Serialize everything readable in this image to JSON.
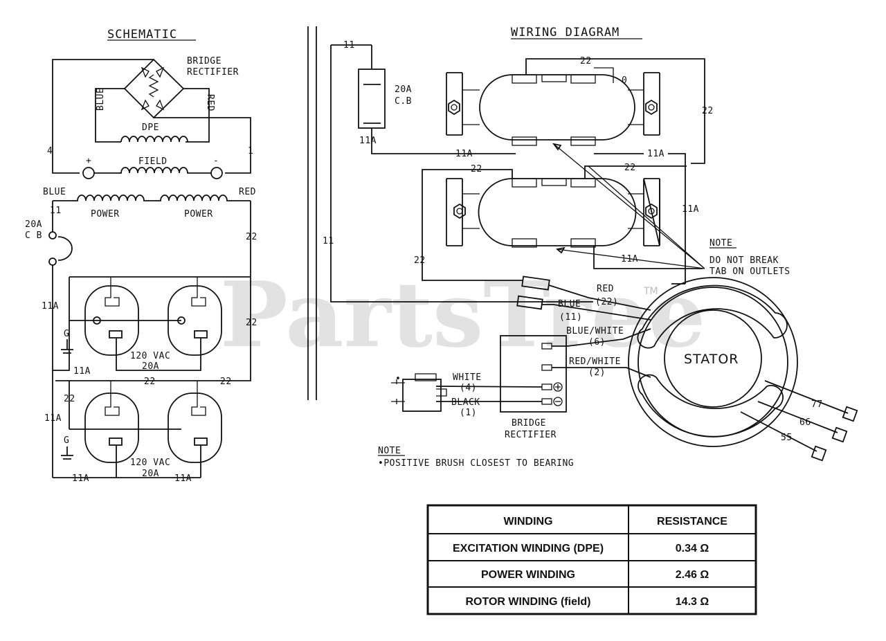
{
  "titles": {
    "schematic": "SCHEMATIC",
    "wiring": "WIRING DIAGRAM"
  },
  "watermark": {
    "text": "PartsTree",
    "tm": "TM"
  },
  "schematic": {
    "bridge": "BRIDGE",
    "rectifier": "RECTIFIER",
    "blue_v": "BLUE",
    "red_v": "RED",
    "dpe": "DPE",
    "field": "FIELD",
    "plus": "+",
    "minus": "-",
    "n4": "4",
    "n1": "1",
    "blue": "BLUE",
    "red": "RED",
    "power1": "POWER",
    "power2": "POWER",
    "n11": "11",
    "cb_a": "20A",
    "cb_b": "C B",
    "n22a": "22",
    "n22b": "22",
    "n11a_1": "11A",
    "gnd1": "G",
    "vac1": "120 VAC",
    "amp1": "20A",
    "n11a_2": "11A",
    "n22c": "22",
    "n22d": "22",
    "n22e": "22",
    "n11a_3": "11A",
    "gnd2": "G",
    "vac2": "120 VAC",
    "amp2": "20A",
    "n11a_4": "11A",
    "n11a_5": "11A"
  },
  "wiring": {
    "w11_top": "11",
    "cb_a": "20A",
    "cb_b": "C.B",
    "w11a_cb": "11A",
    "w22_top": "22",
    "w0": "0",
    "w22_right": "22",
    "w11a_mid1": "11A",
    "w11a_mid2": "11A",
    "w22_mid1": "22",
    "w22_mid2": "22",
    "w11a_right": "11A",
    "w11_left": "11",
    "w22_left": "22",
    "w11a_low": "11A",
    "note_t": "NOTE",
    "note_l1": "DO NOT BREAK",
    "note_l2": "TAB ON OUTLETS",
    "red": "RED",
    "red_n": "(22)",
    "blue": "BLUE",
    "blue_n": "(11)",
    "bluewhite": "BLUE/WHITE",
    "bluewhite_n": "(6)",
    "redwhite": "RED/WHITE",
    "redwhite_n": "(2)",
    "white": "WHITE",
    "white_n": "(4)",
    "black": "BLACK",
    "black_n": "(1)",
    "bridge": "BRIDGE",
    "rectifier": "RECTIFIER",
    "stator": "STATOR",
    "n77": "77",
    "n66": "66",
    "n55": "55",
    "note2_t": "NOTE",
    "note2_l": "•POSITIVE BRUSH CLOSEST TO BEARING"
  },
  "resistance_table": {
    "headers": [
      "WINDING",
      "RESISTANCE"
    ],
    "rows": [
      [
        "EXCITATION WINDING (DPE)",
        "0.34 Ω"
      ],
      [
        "POWER WINDING",
        "2.46 Ω"
      ],
      [
        "ROTOR WINDING (field)",
        "14.3 Ω"
      ]
    ]
  }
}
